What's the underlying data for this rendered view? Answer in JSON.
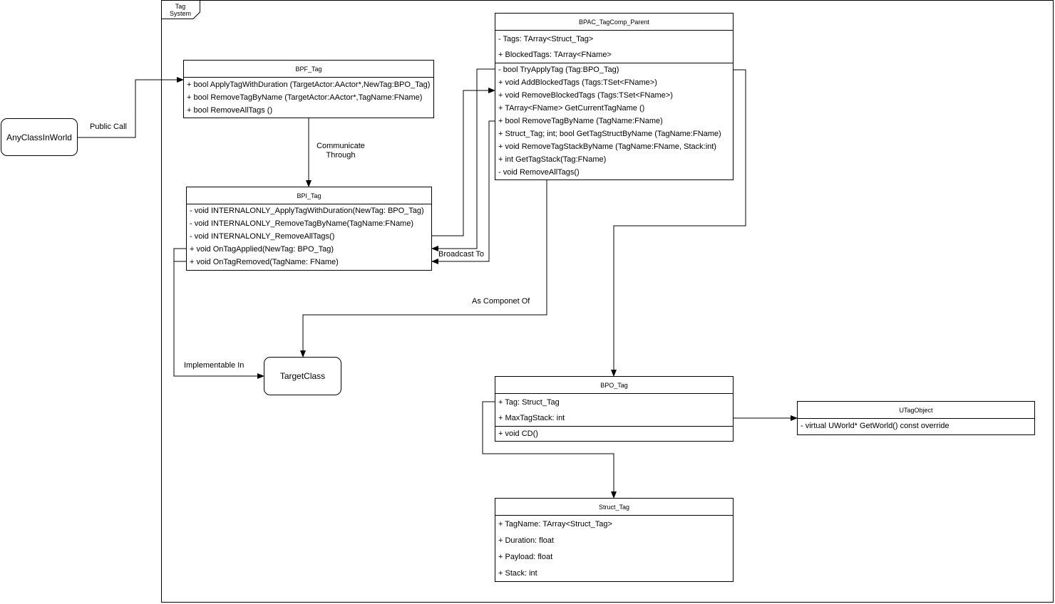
{
  "frame": {
    "label_line1": "Tag",
    "label_line2": "System"
  },
  "terminals": {
    "any_class": "AnyClassInWorld",
    "target_class": "TargetClass"
  },
  "classes": {
    "bpf_tag": {
      "name": "BPF_Tag",
      "methods": [
        "+ bool ApplyTagWithDuration (TargetActor:AActor*,NewTag:BPO_Tag)",
        "+ bool RemoveTagByName (TargetActor:AActor*,TagName:FName)",
        "+ bool RemoveAllTags ()"
      ]
    },
    "bpi_tag": {
      "name": "BPI_Tag",
      "methods": [
        "- void INTERNALONLY_ApplyTagWithDuration(NewTag: BPO_Tag)",
        "- void INTERNALONLY_RemoveTagByName(TagName:FName)",
        "- void INTERNALONLY_RemoveAllTags()",
        "+ void OnTagApplied(NewTag: BPO_Tag)",
        "+ void OnTagRemoved(TagName: FName)"
      ]
    },
    "bpac": {
      "name": "BPAC_TagComp_Parent",
      "attributes": [
        "- Tags: TArray<Struct_Tag>",
        "+ BlockedTags: TArray<FName>"
      ],
      "methods": [
        "- bool TryApplyTag (Tag:BPO_Tag)",
        "+ void AddBlockedTags (Tags:TSet<FName>)",
        "+ void RemoveBlockedTags (Tags:TSet<FName>)",
        "+ TArray<FName> GetCurrentTagName ()",
        "+ bool RemoveTagByName (TagName:FName)",
        "+ Struct_Tag; int; bool GetTagStructByName (TagName:FName)",
        "+ void RemoveTagStackByName (TagName:FName, Stack:int)",
        "+ int GetTagStack(Tag:FName)",
        "- void RemoveAllTags()"
      ]
    },
    "bpo_tag": {
      "name": "BPO_Tag",
      "attributes": [
        "+ Tag: Struct_Tag",
        "+ MaxTagStack: int"
      ],
      "methods": [
        "+ void CD()"
      ]
    },
    "utag": {
      "name": "UTagObject",
      "methods": [
        "- virtual UWorld* GetWorld() const override"
      ]
    },
    "struct_tag": {
      "name": "Struct_Tag",
      "attributes": [
        "+ TagName: TArray<Struct_Tag>",
        "+ Duration: float",
        "+ Payload: float",
        "+ Stack: int"
      ]
    }
  },
  "edge_labels": {
    "public_call": "Public Call",
    "communicate_line1": "Communicate",
    "communicate_line2": "Through",
    "broadcast": "Broadcast To",
    "component": "As Componet Of",
    "implementable": "Implementable In"
  }
}
